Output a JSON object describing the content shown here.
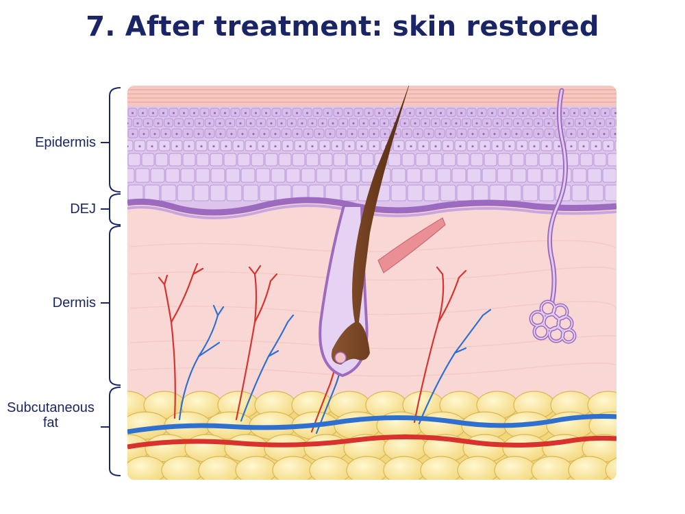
{
  "title": "7. After treatment: skin restored",
  "layers": {
    "epidermis": "Epidermis",
    "dej": "DEJ",
    "dermis": "Dermis",
    "subcutaneous_fat": "Subcutaneous\nfat"
  },
  "colors": {
    "title_text": "#1b2566",
    "epidermis_cells": "#dcc4ec",
    "cell_outline": "#b89ad3",
    "dej_band": "#9c6bc0",
    "dermis": "#f9d7d4",
    "fat": "#f7dd86",
    "artery": "#d8322e",
    "vein": "#2f6fd0",
    "hair": "#6b3b1c"
  }
}
